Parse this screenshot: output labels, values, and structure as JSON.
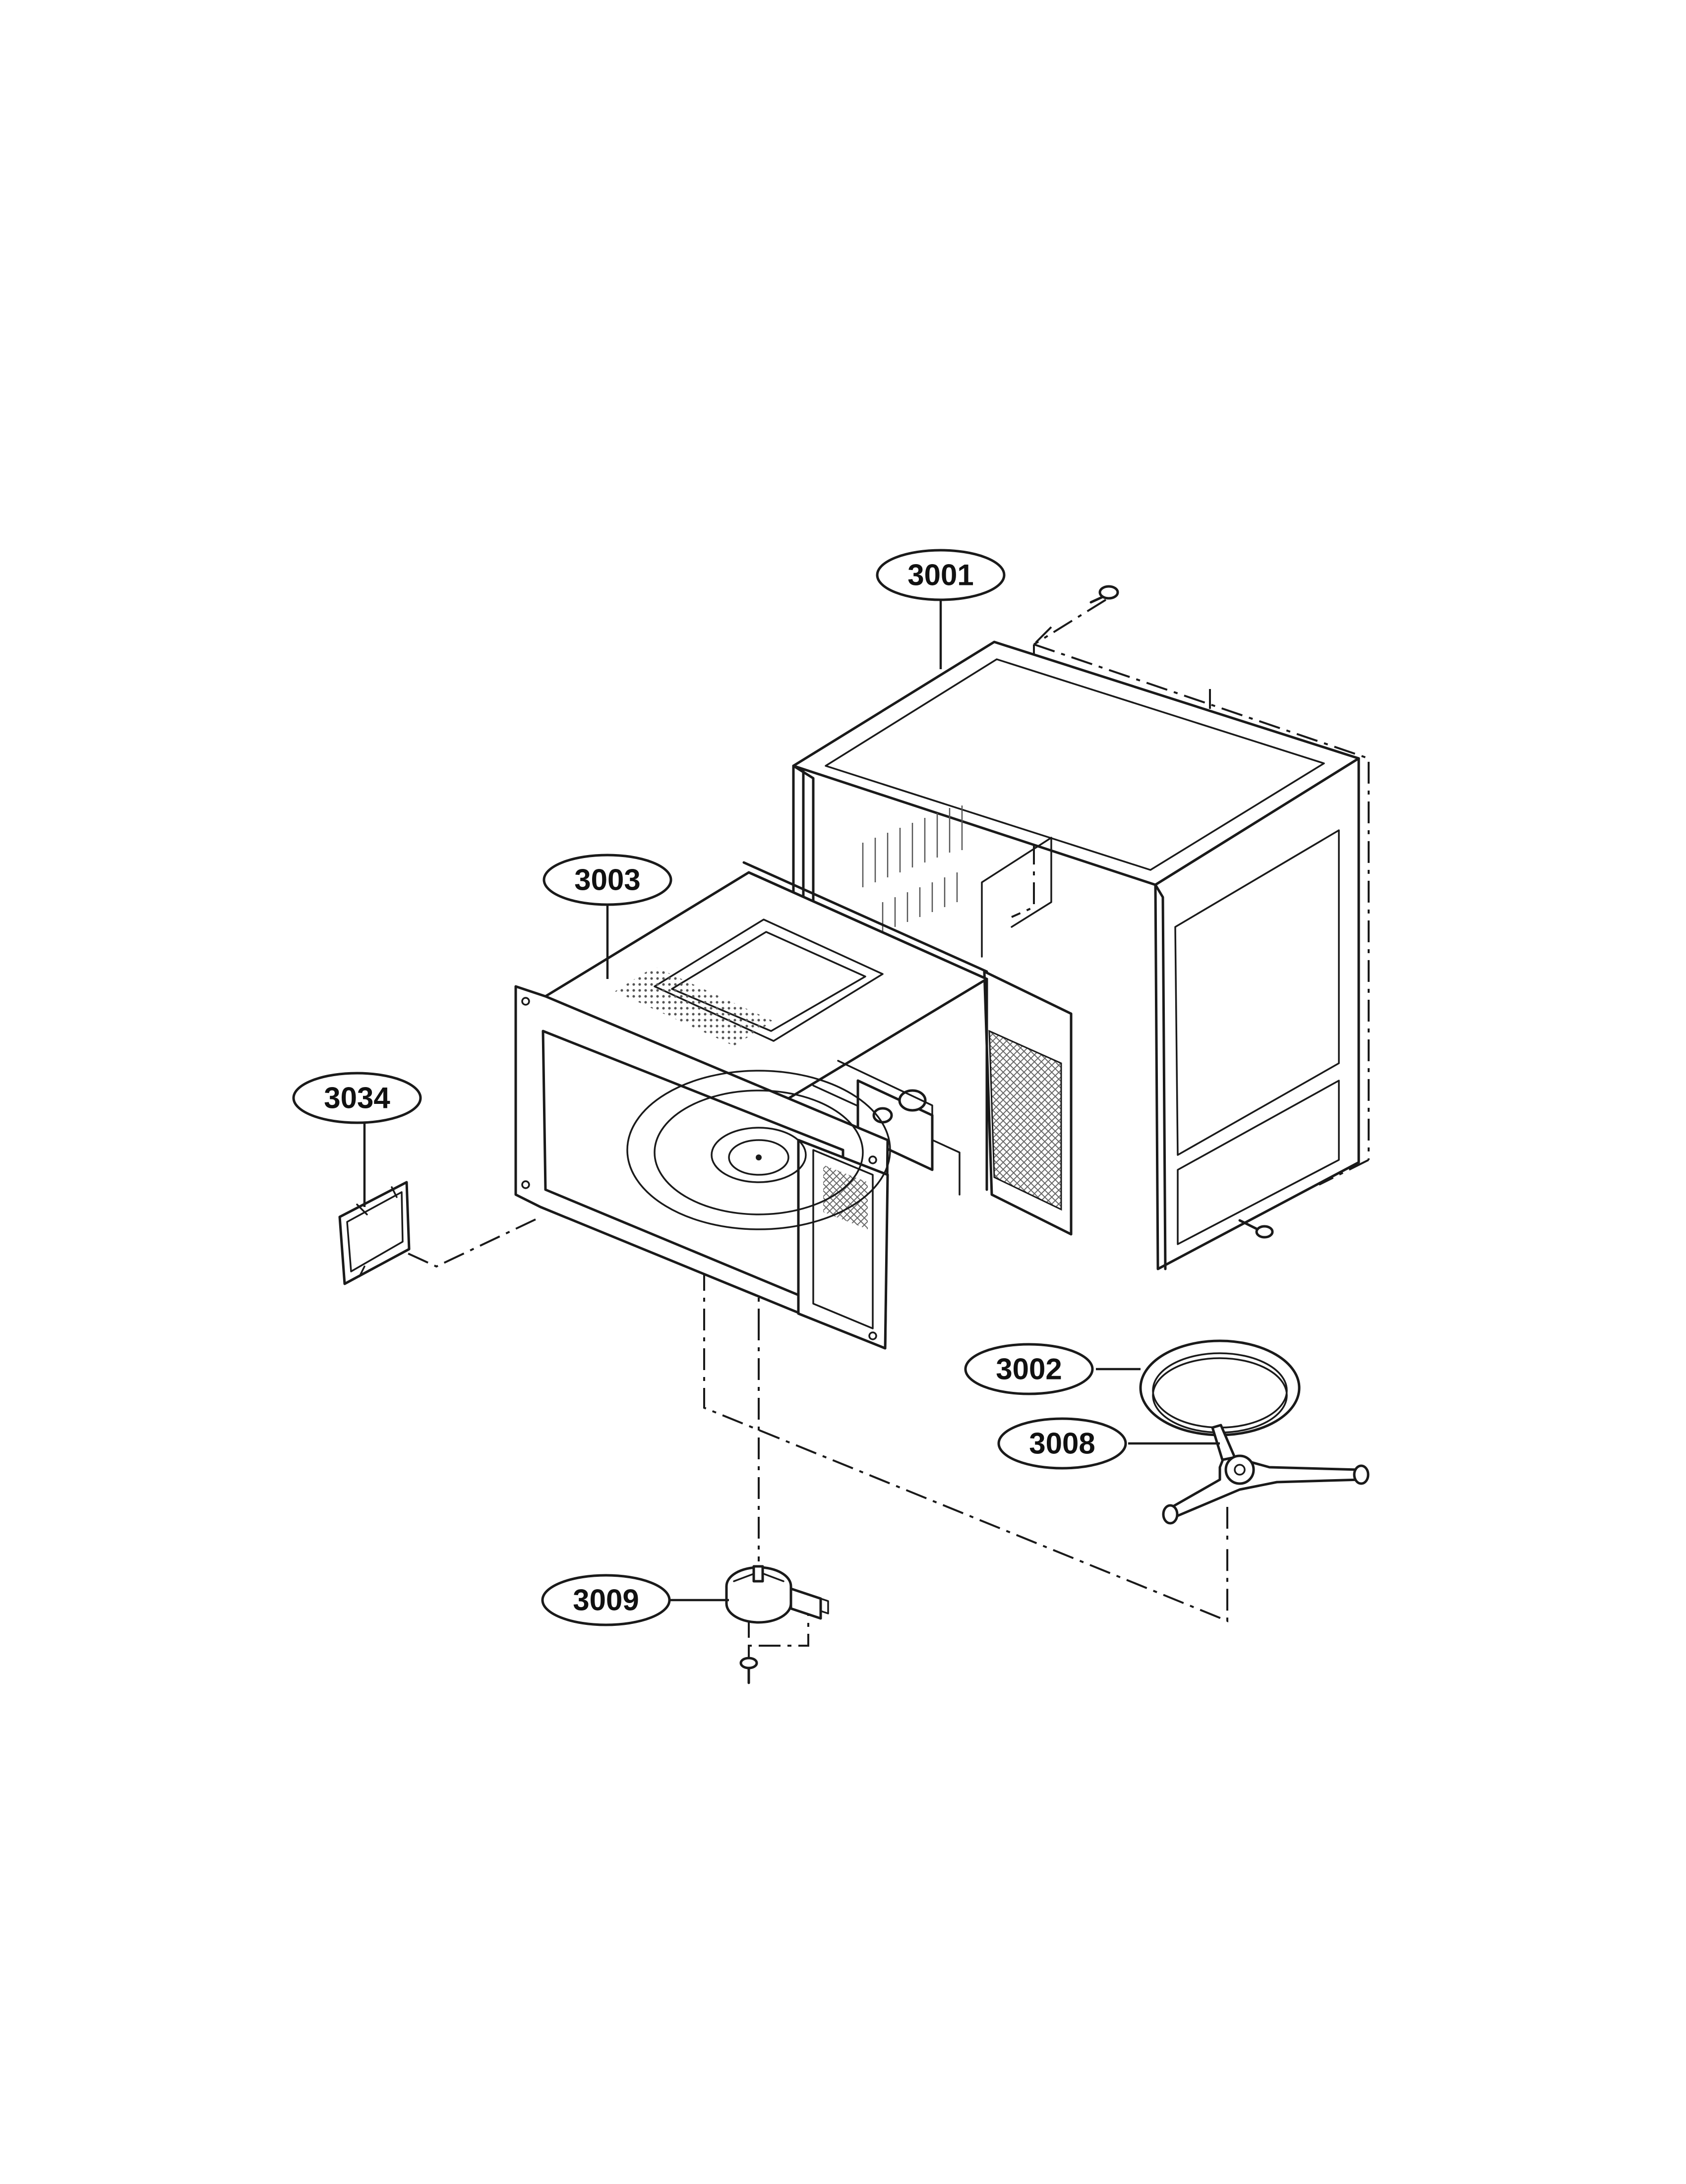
{
  "callouts": [
    {
      "id": "3001",
      "label": "3001"
    },
    {
      "id": "3003",
      "label": "3003"
    },
    {
      "id": "3034",
      "label": "3034"
    },
    {
      "id": "3002",
      "label": "3002"
    },
    {
      "id": "3008",
      "label": "3008"
    },
    {
      "id": "3009",
      "label": "3009"
    }
  ]
}
